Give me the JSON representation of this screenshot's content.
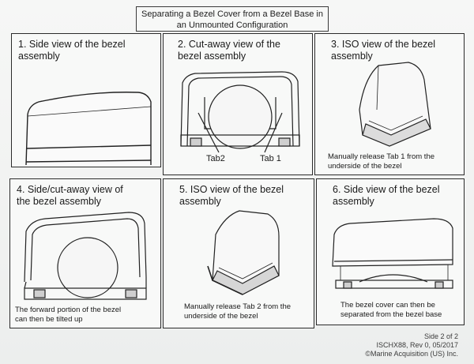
{
  "title": {
    "line1": "Separating a Bezel Cover from a Bezel Base in",
    "line2": "an Unmounted Configuration"
  },
  "panels": [
    {
      "title_line1": "1. Side view of the bezel",
      "title_line2": "assembly"
    },
    {
      "title_line1": "2. Cut-away view of the",
      "title_line2": "bezel assembly",
      "tab_labels": [
        "Tab2",
        "Tab 1"
      ]
    },
    {
      "title_line1": "3. ISO view of the bezel",
      "title_line2": "assembly",
      "caption_line1": "Manually release Tab 1 from the",
      "caption_line2": "underside of the bezel"
    },
    {
      "title_line1": "4. Side/cut-away view of",
      "title_line2": "the bezel assembly",
      "caption_line1": "The forward portion of the bezel",
      "caption_line2": "can then be tilted up"
    },
    {
      "title_line1": "5. ISO view of the bezel",
      "title_line2": "assembly",
      "caption_line1": "Manually release Tab 2 from the",
      "caption_line2": "underside of the bezel"
    },
    {
      "title_line1": "6. Side view of the bezel",
      "title_line2": "assembly",
      "caption_line1": "The bezel cover can then be",
      "caption_line2": "separated from the bezel base"
    }
  ],
  "footer": {
    "line1": "Side 2 of 2",
    "line2": "ISCHX88, Rev 0, 05/2017",
    "line3": "©Marine Acquisition (US) Inc."
  }
}
